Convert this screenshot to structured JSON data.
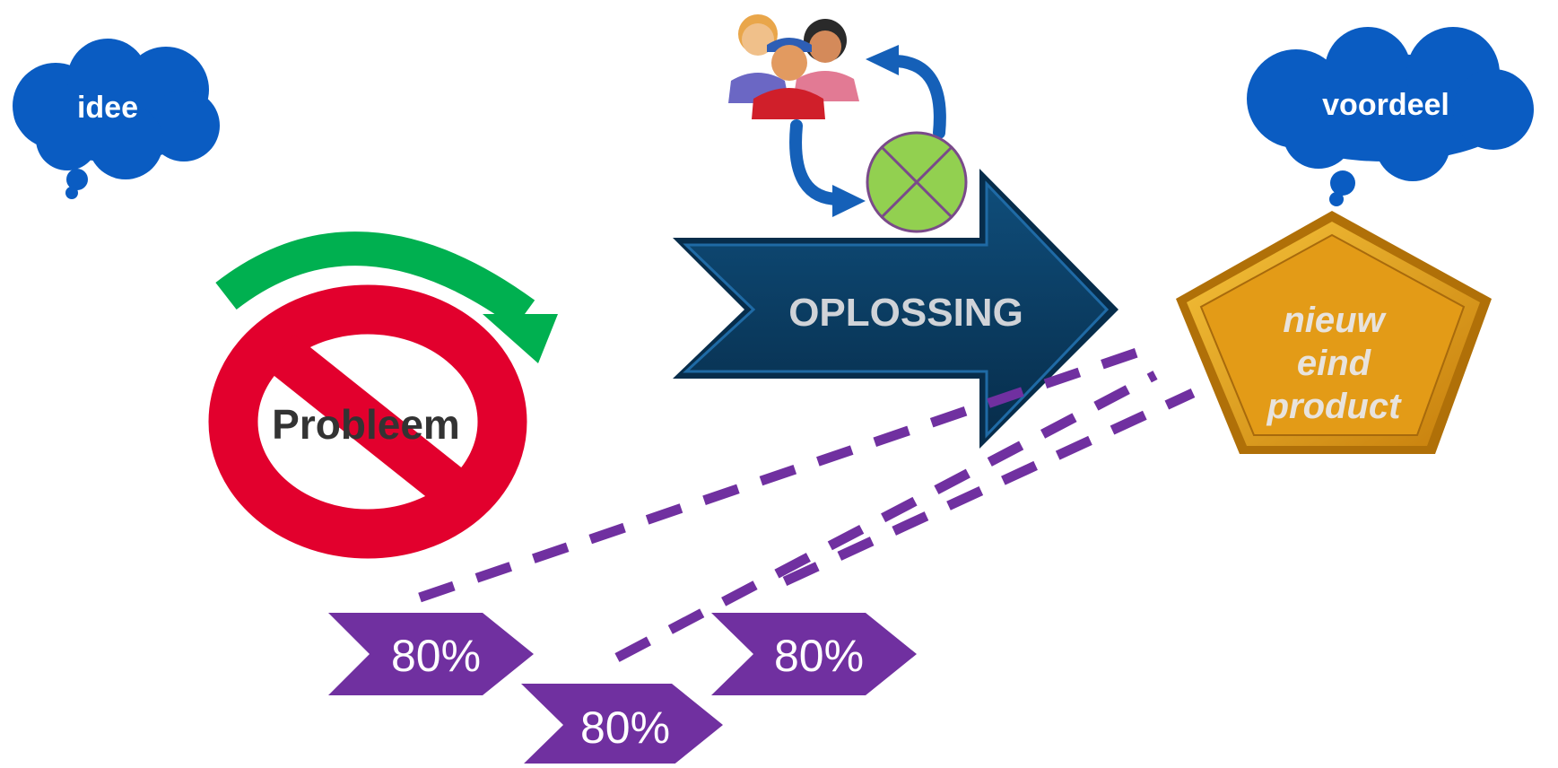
{
  "clouds": {
    "idea": "idee",
    "benefit": "voordeel"
  },
  "problem": {
    "label": "Probleem"
  },
  "solution": {
    "label": "OPLOSSING"
  },
  "product": {
    "line1": "nieuw",
    "line2": "eind",
    "line3": "product"
  },
  "percent_tags": [
    {
      "label": "80%"
    },
    {
      "label": "80%"
    },
    {
      "label": "80%"
    }
  ],
  "icons": {
    "people": "people-group-icon",
    "cycle": "cycle-arrows-icon",
    "junction": "summing-junction-icon",
    "prohibited": "prohibited-sign-icon",
    "redo": "curved-arrow-icon"
  },
  "colors": {
    "cloud": "#0a5cc2",
    "prohibited": "#e2002d",
    "green_arrow": "#00b050",
    "solution_arrow": "#0a3a5e",
    "product": "#e39b17",
    "percent_tag": "#7030a0",
    "dashes": "#7030a0",
    "junction": "#92d050"
  }
}
